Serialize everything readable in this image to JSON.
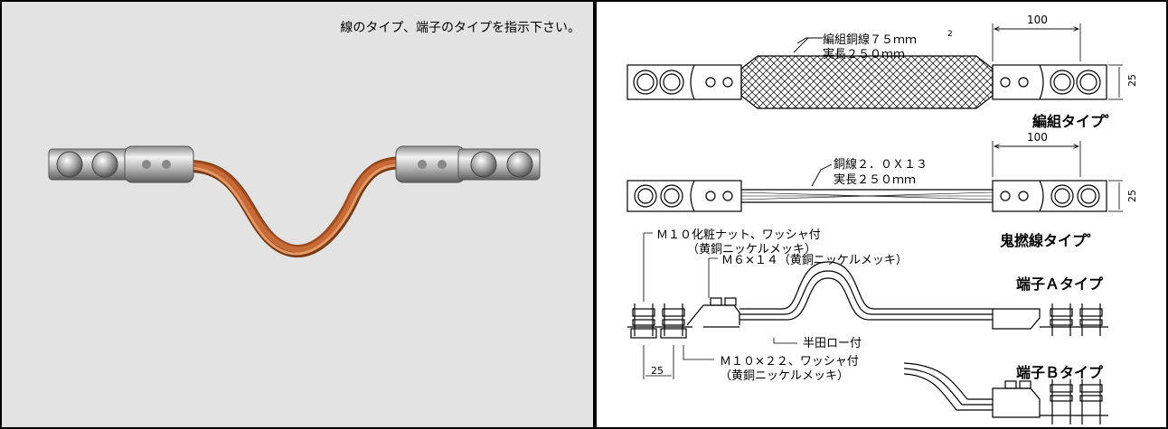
{
  "photo": {
    "instruction": "線のタイプ、端子のタイプを指示下さい。"
  },
  "drawing": {
    "braided": {
      "spec_line1": "編組銅線７５ｍｍ",
      "spec_sup": "2",
      "spec_line2": "実長２５０ｍｍ",
      "dim_length": "100",
      "dim_width": "25",
      "type_label": "編組タイプ゜"
    },
    "stranded": {
      "spec_line1": "銅線２．０Ｘ１３",
      "spec_line2": "実長２５０ｍｍ",
      "dim_length": "100",
      "dim_width": "25",
      "type_label": "鬼撚線タイプ゜"
    },
    "terminal_notes": {
      "nut_line1": "Ｍ１０化粧ナット、ワッシャ付",
      "nut_line2": "（黄銅ニッケルメッキ）",
      "screw": "Ｍ６×１４（黄銅ニッケルメッキ）",
      "solder": "半田ロー付",
      "bolt_line1": "Ｍ１０×２２、ワッシャ付",
      "bolt_line2": "（黄銅ニッケルメッキ）",
      "pitch": "25",
      "type_a": "端子Ａタイプ",
      "type_b": "端子Ｂタイプ"
    }
  },
  "colors": {
    "photo_background": "#e3e3e3",
    "copper": "#b5622f",
    "nickel": "#c9c9c9",
    "line": "#000000"
  }
}
